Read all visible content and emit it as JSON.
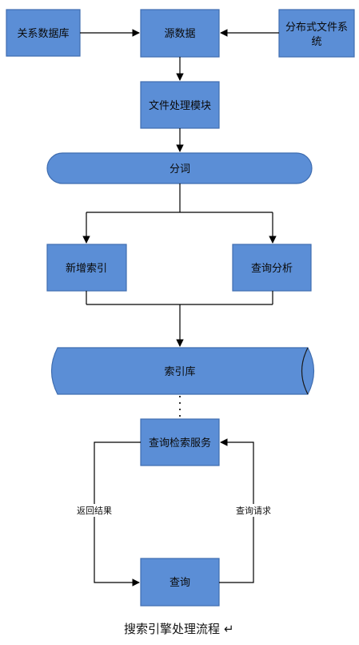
{
  "nodes": {
    "relational_db": "关系数据库",
    "source_data": "源数据",
    "dfs_line1": "分布式文件系",
    "dfs_line2": "统",
    "file_module": "文件处理模块",
    "tokenize": "分词",
    "new_index": "新增索引",
    "query_analysis": "查询分析",
    "index_store": "索引库",
    "search_service": "查询检索服务",
    "query": "查询"
  },
  "edge_labels": {
    "return_result": "返回结果",
    "query_request": "查询请求"
  },
  "caption": "搜索引擎处理流程",
  "caption_mark": "↵",
  "colors": {
    "node_fill": "#5b8ed6",
    "node_stroke": "#3f6db0"
  }
}
